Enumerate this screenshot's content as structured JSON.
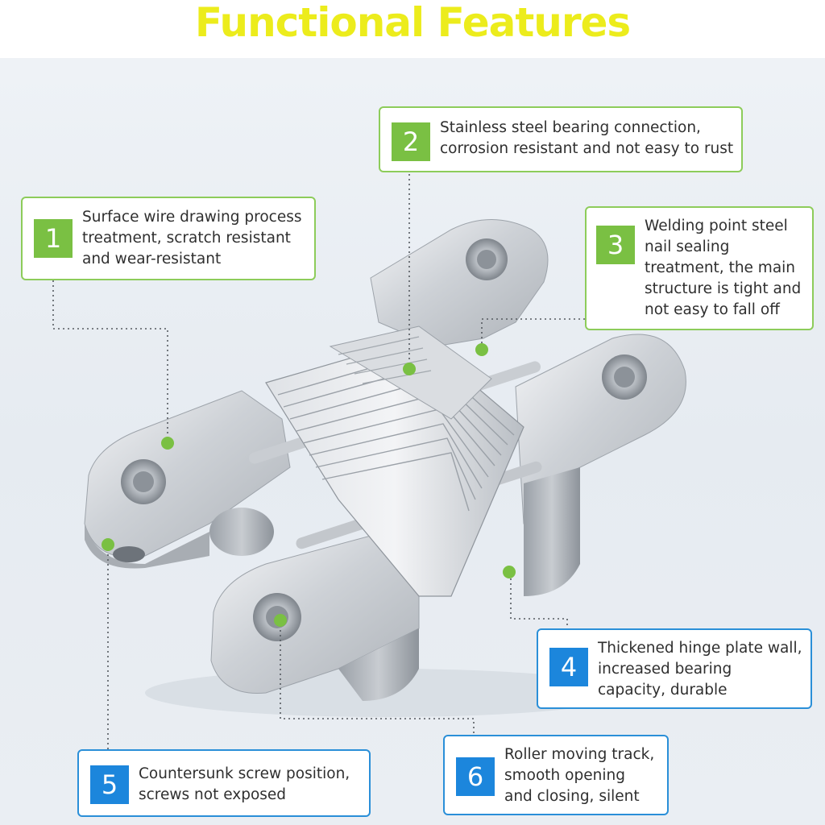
{
  "title": "Functional Features",
  "colors": {
    "title": "#ecec1c",
    "green_accent": "#7ac043",
    "blue_accent": "#1c86dc",
    "background": "#e8edf2"
  },
  "product_image": {
    "subject": "silver concealed cross hinge"
  },
  "features": [
    {
      "number": "1",
      "text": "Surface wire drawing process\ntreatment, scratch resistant\nand wear-resistant"
    },
    {
      "number": "2",
      "text": "Stainless steel bearing connection,\ncorrosion resistant and not easy to rust"
    },
    {
      "number": "3",
      "text": "Welding point steel\nnail sealing\ntreatment, the main\nstructure is tight and\nnot easy to fall off"
    },
    {
      "number": "4",
      "text": "Thickened hinge plate wall,\nincreased bearing\ncapacity, durable"
    },
    {
      "number": "5",
      "text": "Countersunk screw position,\nscrews not exposed"
    },
    {
      "number": "6",
      "text": "Roller moving track,\nsmooth opening\nand closing, silent"
    }
  ]
}
